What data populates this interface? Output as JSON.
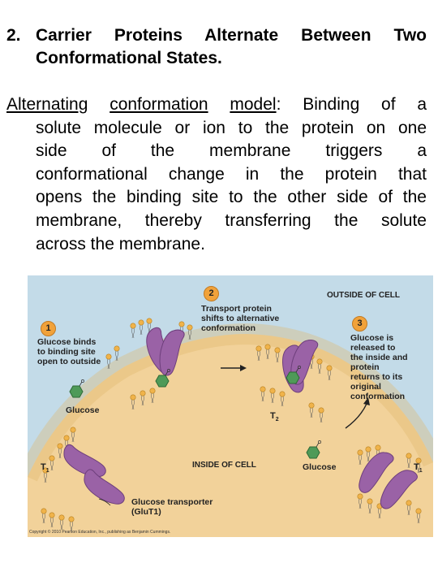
{
  "heading": {
    "number": "2.",
    "line1": "Carrier Proteins Alternate Between Two",
    "line2": "Conformational States."
  },
  "paragraph": {
    "term_word1": "Alternating",
    "term_word2": "conformation",
    "term_word3": "model",
    "colon": ":",
    "line1_rest": "Binding of a",
    "line2": "solute molecule or ion to the protein on one",
    "line3": "side of the membrane triggers a",
    "line4": "conformational change in the protein that",
    "line5": "opens the binding site to the other side of the",
    "line6": "membrane, thereby transferring the solute",
    "line7": "across the membrane."
  },
  "figure": {
    "outside_label": "OUTSIDE OF CELL",
    "inside_label": "INSIDE OF CELL",
    "step1": {
      "badge": "1",
      "lines": [
        "Glucose binds",
        "to binding site",
        "open to outside"
      ]
    },
    "step2": {
      "badge": "2",
      "lines": [
        "Transport protein",
        "shifts to alternative",
        "conformation"
      ]
    },
    "step3": {
      "badge": "3",
      "lines": [
        "Glucose is",
        "released to",
        "the inside and",
        "protein",
        "returns to its",
        "original",
        "conformation"
      ]
    },
    "glucose_outside": "Glucose",
    "glucose_inside": "Glucose",
    "t1_left": "T",
    "t1_left_sub": "1",
    "t1_right": "T",
    "t1_right_sub": "1",
    "t2": "T",
    "t2_sub": "2",
    "transporter_line1": "Glucose transporter",
    "transporter_line2": "(GluT1)",
    "copyright": "Copyright © 2010 Pearson Education, Inc., publishing as Benjamin Cummings.",
    "colors": {
      "outside": "#c3dbe8",
      "inside": "#f2d29a",
      "protein": "#9a62a6",
      "lipid_head": "#f0b34a",
      "glucose": "#4f9a58",
      "badge": "#f1a23a"
    }
  }
}
